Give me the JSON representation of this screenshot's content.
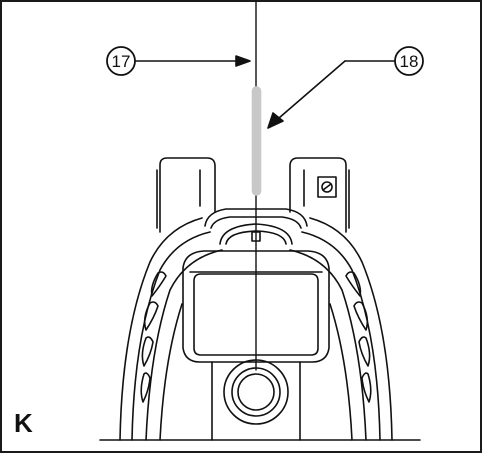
{
  "figure": {
    "panel_label": "K",
    "callouts": [
      {
        "id": "17",
        "label": "17"
      },
      {
        "id": "18",
        "label": "18"
      }
    ],
    "colors": {
      "line": "#111111",
      "highlight_rod": "#c8c8c8",
      "background": "#ffffff"
    }
  }
}
